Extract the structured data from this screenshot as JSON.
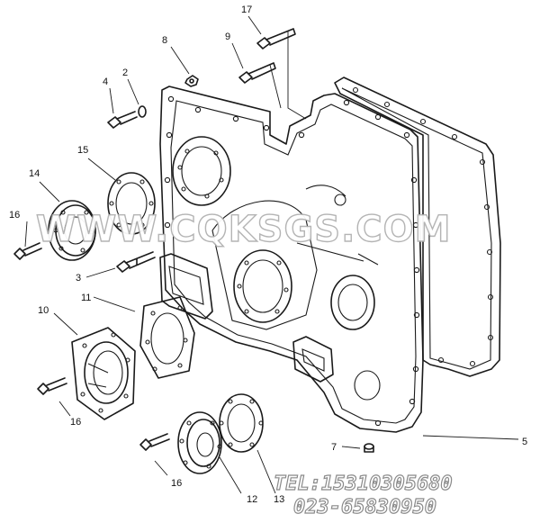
{
  "diagram": {
    "callouts": [
      {
        "id": "c17",
        "text": "17"
      },
      {
        "id": "c8",
        "text": "8"
      },
      {
        "id": "c9",
        "text": "9"
      },
      {
        "id": "c4",
        "text": "4"
      },
      {
        "id": "c2",
        "text": "2"
      },
      {
        "id": "c15",
        "text": "15"
      },
      {
        "id": "c14",
        "text": "14"
      },
      {
        "id": "c16a",
        "text": "16"
      },
      {
        "id": "c3",
        "text": "3"
      },
      {
        "id": "c11",
        "text": "11"
      },
      {
        "id": "c10",
        "text": "10"
      },
      {
        "id": "c16b",
        "text": "16"
      },
      {
        "id": "c16c",
        "text": "16"
      },
      {
        "id": "c12",
        "text": "12"
      },
      {
        "id": "c13",
        "text": "13"
      },
      {
        "id": "c7",
        "text": "7"
      },
      {
        "id": "c5",
        "text": "5"
      }
    ],
    "watermark": "WWW.CQKSGS.COM",
    "contact": {
      "tel": "TEL:15310305680",
      "phone": "023-65830950"
    }
  }
}
